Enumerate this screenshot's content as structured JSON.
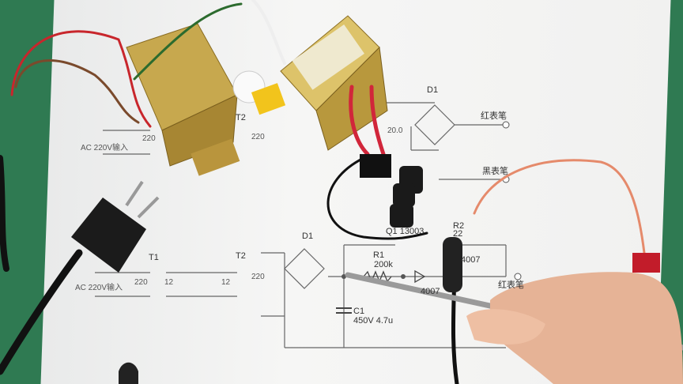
{
  "scene": {
    "description_colors": {
      "background": "#2f7a52",
      "paper": "#f3f3f2",
      "transformer_core": "#c9a84a",
      "wire_red": "#c8262c",
      "wire_black": "#111111",
      "probe": "#9a9a9a",
      "skin": "#e9b79a"
    }
  },
  "schematic_top": {
    "input_label": "AC 220V输入",
    "t1_primary": "220",
    "t2_label": "T2",
    "t2_secondary": "220",
    "d1_label": "D1",
    "red_probe": "红表笔",
    "black_probe": "黑表笔",
    "transformer_mark": "20.0"
  },
  "schematic_bottom": {
    "input_label": "AC 220V输入",
    "t1_label": "T1",
    "t1_primary": "220",
    "t1_secondary": "12",
    "t2_label": "T2",
    "t2_primary": "12",
    "t2_secondary": "220",
    "d1_label": "D1",
    "q1_label": "Q1 13003",
    "r1_label": "R1",
    "r1_value": "200k",
    "r2_label": "R2",
    "r2_value": "22",
    "diode_label": "4007",
    "diode2_label": "4007",
    "c1_label": "C1",
    "c1_value": "450V 4.7u",
    "red_probe": "红表笔"
  }
}
